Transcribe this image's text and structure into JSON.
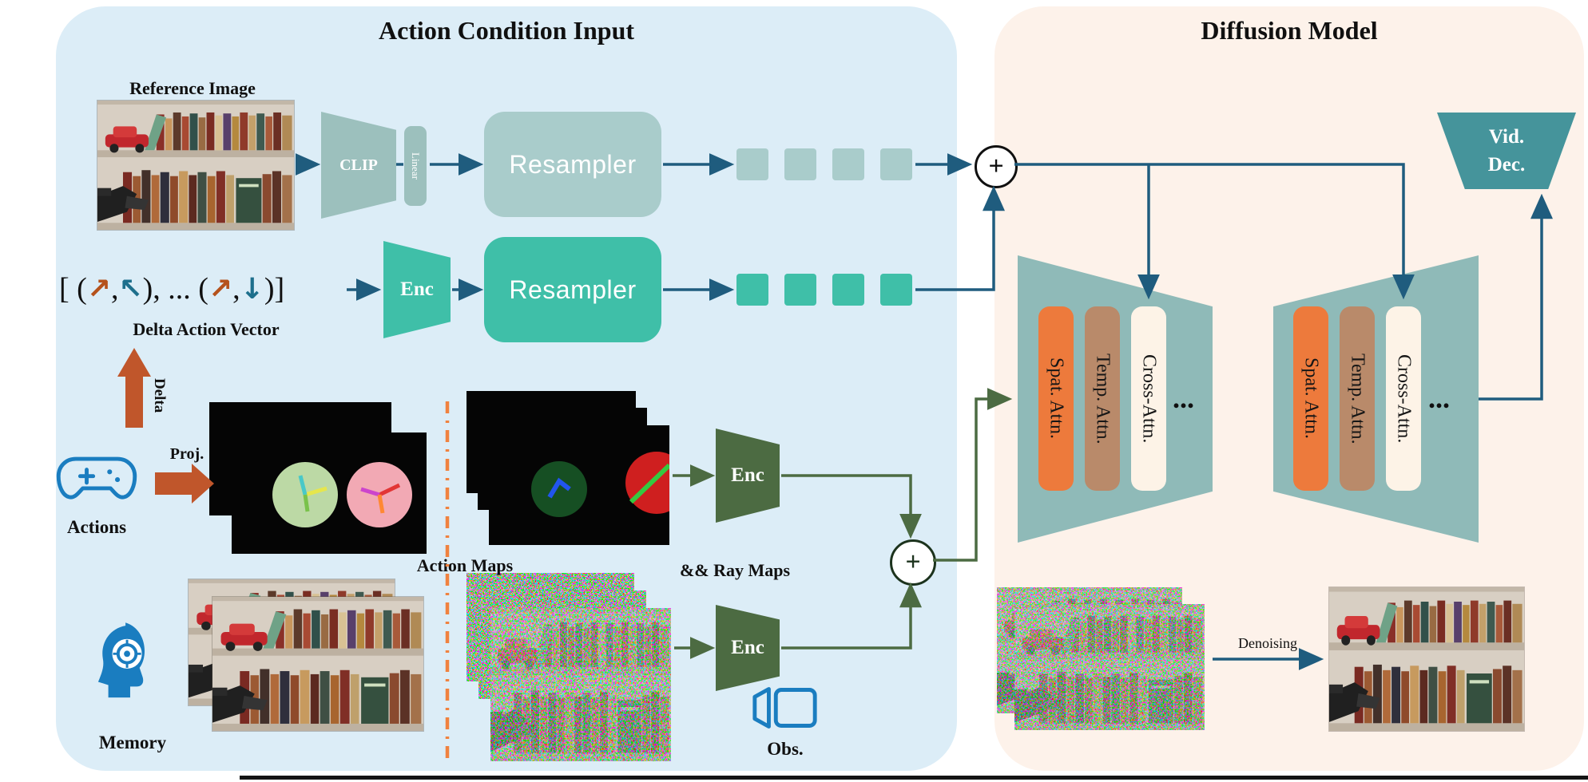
{
  "figure": {
    "left_title": "Action Condition Input",
    "right_title": "Diffusion Model"
  },
  "action_condition": {
    "reference_image_label": "Reference Image",
    "clip": "CLIP",
    "linear": "Linear",
    "resampler_image": "Resampler",
    "resampler_action": "Resampler",
    "enc_action_vector": "Enc",
    "delta_vector_segments": [
      {
        "text": "[ ("
      },
      {
        "text": "↗"
      },
      {
        "text": ","
      },
      {
        "text": "↖"
      },
      {
        "text": "), ... ("
      },
      {
        "text": "↗"
      },
      {
        "text": ","
      },
      {
        "text": "↓"
      },
      {
        "text": ")]"
      }
    ],
    "delta_vector_caption": "Delta Action Vector",
    "delta_label": "Delta",
    "proj_label": "Proj.",
    "actions_label": "Actions",
    "action_maps_label": "Action Maps",
    "ray_maps_label": "&& Ray Maps",
    "memory_label": "Memory",
    "obs_label": "Obs.",
    "enc_maps": "Enc",
    "enc_obs": "Enc",
    "merge_plus": "+"
  },
  "diffusion": {
    "merge_plus": "+",
    "unet_blocks": [
      {
        "spat": "Spat. Attn.",
        "temp": "Temp. Attn.",
        "cross": "Cross-Attn.",
        "more": "..."
      },
      {
        "spat": "Spat. Attn.",
        "temp": "Temp. Attn.",
        "cross": "Cross-Attn.",
        "more": "..."
      }
    ],
    "vid_dec_line1": "Vid.",
    "vid_dec_line2": "Dec.",
    "denoising_label": "Denoising"
  },
  "icons": {
    "actions": "gamepad-icon",
    "memory": "brain-head-icon",
    "obs": "video-camera-icon",
    "merge_top": "plus-circle",
    "merge_green": "plus-circle"
  },
  "colors": {
    "panel_left_bg": "#dcedf7",
    "panel_right_bg": "#fdf2ea",
    "muted_teal": "#a9cccb",
    "teal": "#3fbfa8",
    "dark_green_enc": "#4c6b42",
    "unet_teal": "#8fbab8",
    "spat_orange": "#ed7a3c",
    "temp_brown": "#b98a6a",
    "cross_cream": "#fdf3e7",
    "vid_dec_teal": "#45949b",
    "arrow_blue": "#1f5c7e",
    "arrow_green": "#4c6b42",
    "arrow_orange": "#c0562b",
    "divider_orange": "#f0823f",
    "icon_blue": "#1a7dc0"
  }
}
